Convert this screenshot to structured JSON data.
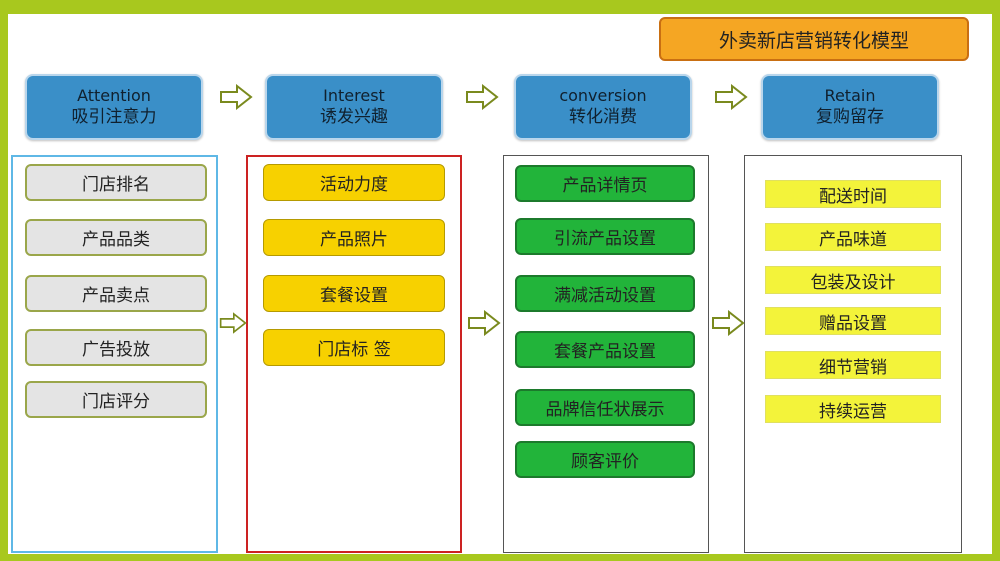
{
  "title": "外卖新店营销转化模型",
  "stages": [
    {
      "en": "Attention",
      "cn": "吸引注意力"
    },
    {
      "en": "Interest",
      "cn": "诱发兴趣"
    },
    {
      "en": "conversion",
      "cn": "转化消费"
    },
    {
      "en": "Retain",
      "cn": "复购留存"
    }
  ],
  "columns": [
    {
      "items": [
        "门店排名",
        "产品品类",
        "产品卖点",
        "广告投放",
        "门店评分"
      ]
    },
    {
      "items": [
        "活动力度",
        "产品照片",
        "套餐设置",
        "门店标 签"
      ]
    },
    {
      "items": [
        "产品详情页",
        "引流产品设置",
        "满减活动设置",
        "套餐产品设置",
        "品牌信任状展示",
        "顾客评价"
      ]
    },
    {
      "items": [
        "配送时间",
        "产品味道",
        "包装及设计",
        "赠品设置",
        "细节营销",
        "持续运营"
      ]
    }
  ],
  "colors": {
    "background": "#a8c81e",
    "title_fill": "#f5a623",
    "stage_fill": "#3a8fc8",
    "attention_border": "#5fb8e6",
    "interest_border": "#cc2222",
    "gray_item": "#e4e4e4",
    "yellow_item": "#f7d100",
    "green_item": "#22b43a",
    "light_yellow_item": "#f3f33a"
  }
}
